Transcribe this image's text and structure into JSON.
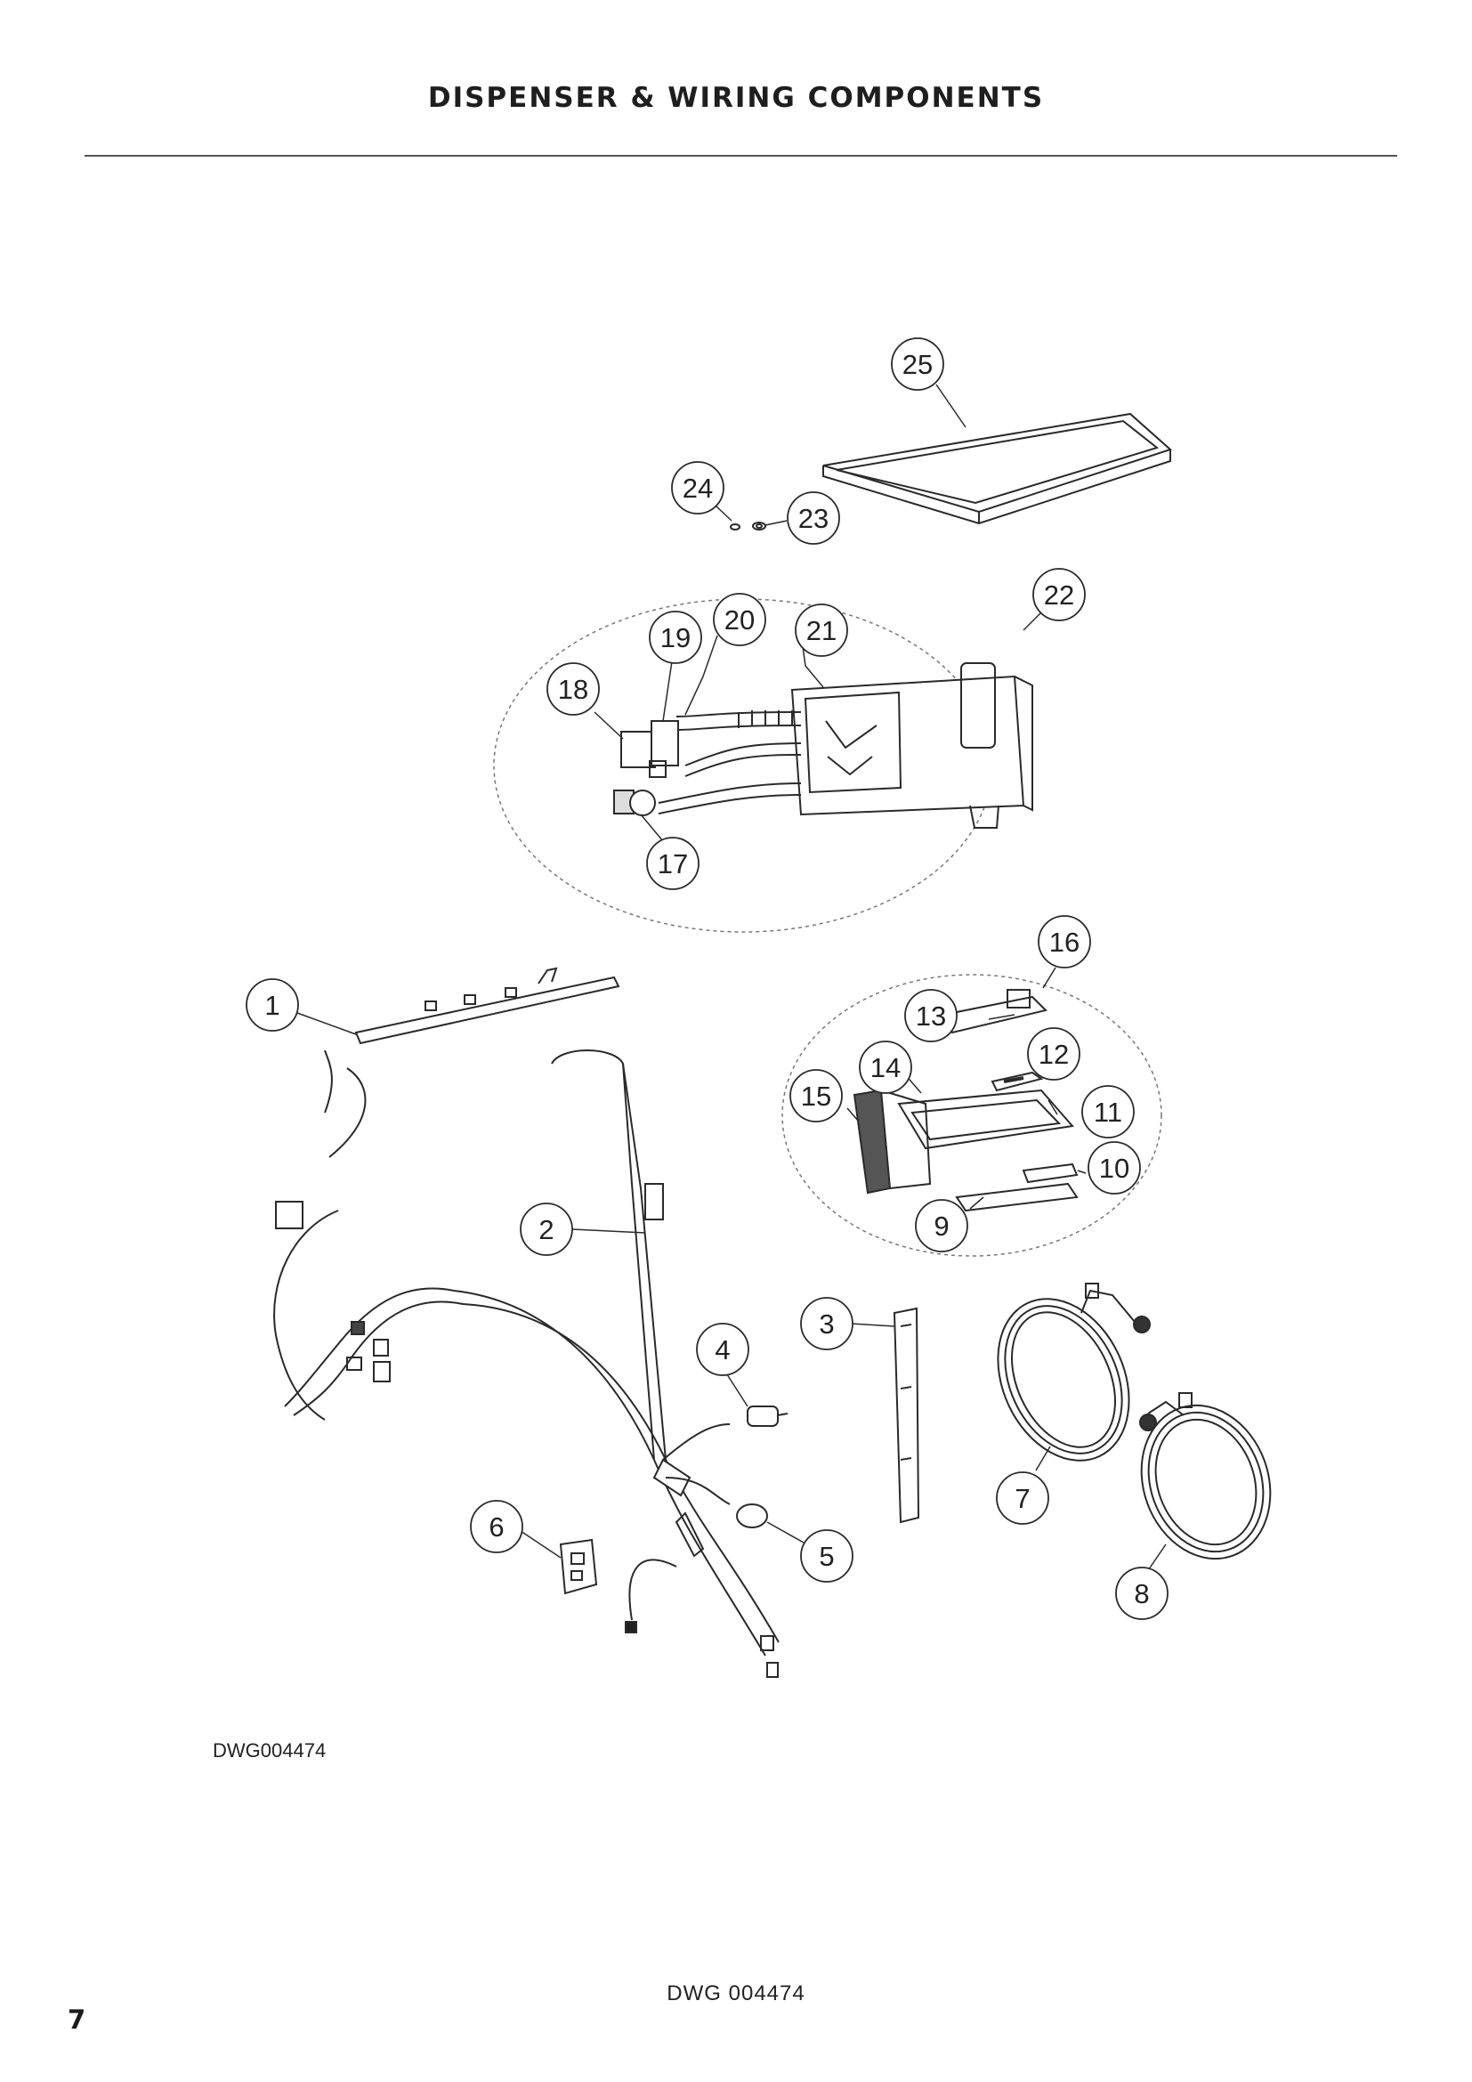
{
  "header": {
    "title": "DISPENSER & WIRING COMPONENTS"
  },
  "drawing": {
    "code": "DWG004474",
    "callouts": [
      "1",
      "2",
      "3",
      "4",
      "5",
      "6",
      "7",
      "8",
      "9",
      "10",
      "11",
      "12",
      "13",
      "14",
      "15",
      "16",
      "17",
      "18",
      "19",
      "20",
      "21",
      "22",
      "23",
      "24",
      "25"
    ]
  },
  "footer": {
    "code": "DWG 004474",
    "page_number": "7"
  }
}
